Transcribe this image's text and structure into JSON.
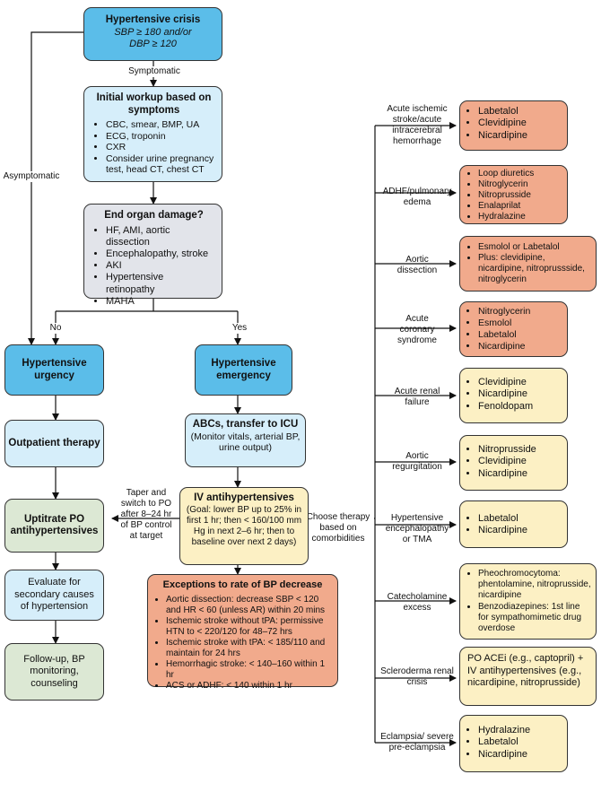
{
  "crisis": {
    "title": "Hypertensive crisis",
    "line1": "SBP ≥ 180 and/or",
    "line2": "DBP ≥ 120"
  },
  "labels": {
    "symptomatic": "Symptomatic",
    "asymptomatic": "Asymptomatic",
    "no": "No",
    "yes": "Yes",
    "taper": [
      "Taper and",
      "switch to PO",
      "after 8–24 hr",
      "of BP control",
      "at target"
    ],
    "choose": [
      "Choose therapy",
      "based on",
      "comorbidities"
    ]
  },
  "workup": {
    "title": "Initial workup based on symptoms",
    "items": [
      "CBC, smear, BMP, UA",
      "ECG, troponin",
      "CXR",
      "Consider urine pregnancy test, head CT, chest CT"
    ]
  },
  "organ": {
    "title": "End organ damage?",
    "items": [
      "HF, AMI, aortic dissection",
      "Encephalopathy, stroke",
      "AKI",
      "Hypertensive retinopathy",
      "MAHA"
    ]
  },
  "urgency": {
    "title": "Hypertensive urgency"
  },
  "emergency": {
    "title": "Hypertensive emergency"
  },
  "outpatient": {
    "title": "Outpatient therapy"
  },
  "abcs": {
    "title": "ABCs, transfer to ICU",
    "text": "(Monitor vitals, arterial BP, urine output)"
  },
  "uptitrate": {
    "title": "Uptitrate PO antihypertensives"
  },
  "ivanti": {
    "title": "IV antihypertensives",
    "text": "(Goal: lower BP up to 25% in first 1 hr; then < 160/100 mm Hg in next 2–6 hr; then to baseline over next 2 days)"
  },
  "evaluate": {
    "text": "Evaluate for secondary causes of hypertension"
  },
  "followup": {
    "text": "Follow-up, BP monitoring, counseling"
  },
  "exceptions": {
    "title": "Exceptions to rate of BP decrease",
    "items": [
      "Aortic dissection: decrease SBP < 120 and HR < 60 (unless AR) within 20 mins",
      "Ischemic stroke without tPA: permissive HTN to < 220/120 for 48–72 hrs",
      "Ischemic stroke with tPA: < 185/110 and maintain for 24 hrs",
      "Hemorrhagic stroke: < 140–160 within 1 hr",
      "ACS or ADHF: < 140 within 1 hr"
    ]
  },
  "comorbidities": [
    {
      "condition": "Acute ischemic stroke/acute intracerebral hemorrhage",
      "drugs": [
        "Labetalol",
        "Clevidipine",
        "Nicardipine"
      ]
    },
    {
      "condition": "ADHF/pulmonary edema",
      "drugs": [
        "Loop diuretics",
        "Nitroglycerin",
        "Nitroprusside",
        "Enalaprilat",
        "Hydralazine"
      ]
    },
    {
      "condition": "Aortic dissection",
      "drugs": [
        "Esmolol or Labetalol",
        "Plus: clevidipine, nicardipine, nitroprussside, nitroglycerin"
      ]
    },
    {
      "condition": "Acute coronary syndrome",
      "drugs": [
        "Nitroglycerin",
        "Esmolol",
        "Labetalol",
        "Nicardipine"
      ]
    },
    {
      "condition": "Acute renal failure",
      "drugs": [
        "Clevidipine",
        "Nicardipine",
        "Fenoldopam"
      ]
    },
    {
      "condition": "Aortic regurgitation",
      "drugs": [
        "Nitroprusside",
        "Clevidipine",
        "Nicardipine"
      ]
    },
    {
      "condition": "Hypertensive encephalopathy or TMA",
      "drugs": [
        "Labetalol",
        "Nicardipine"
      ]
    },
    {
      "condition": "Catecholamine excess",
      "drugs": [
        "Pheochromocytoma: phentolamine, nitroprusside, nicardipine",
        "Benzodiazepines: 1st line for sympathomimetic drug overdose"
      ]
    },
    {
      "condition": "Scleroderma renal crisis",
      "text": "PO ACEi (e.g., captopril) + IV antihypertensives (e.g., nicardipine, nitroprusside)"
    },
    {
      "condition": "Eclampsia/ severe pre-eclampsia",
      "drugs": [
        "Hydralazine",
        "Labetalol",
        "Nicardipine"
      ]
    }
  ],
  "colors": {
    "dark_blue": "#5bbde9",
    "light_blue": "#d6eefa",
    "gray": "#e2e4ea",
    "green": "#dce8d4",
    "salmon": "#f1aa8c",
    "cream": "#fcf0c4"
  }
}
